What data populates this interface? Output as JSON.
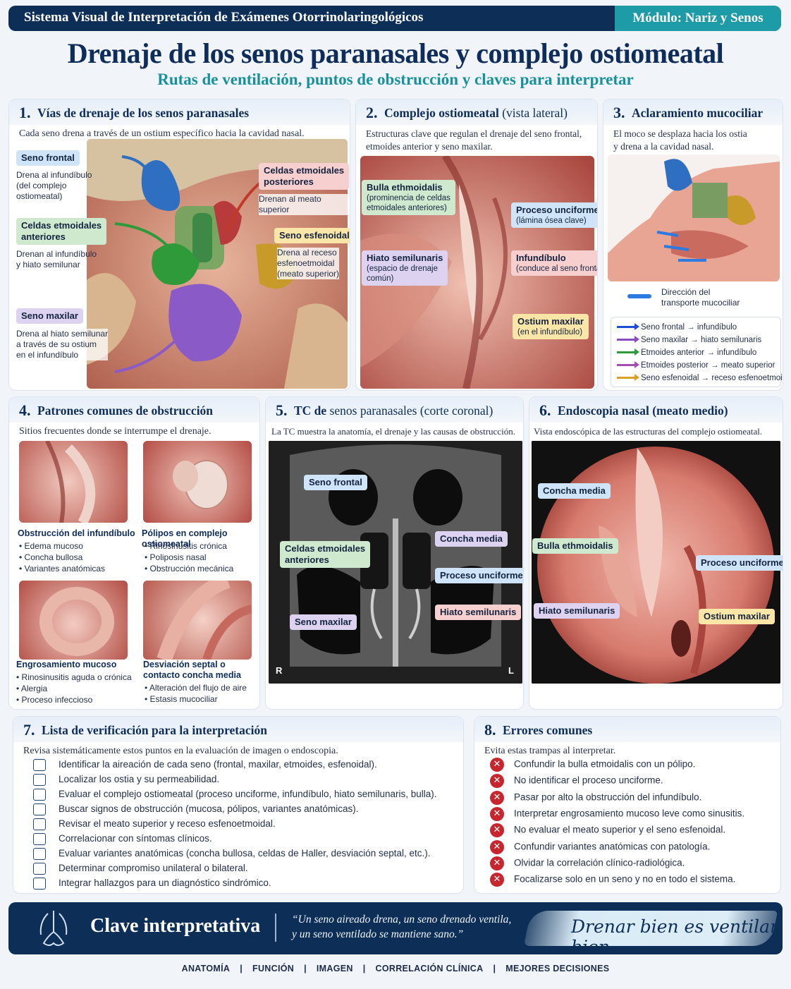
{
  "header": {
    "system": "Sistema Visual de Interpretación de Exámenes Otorrinolaringológicos",
    "module": "Módulo: Nariz y Senos"
  },
  "title": "Drenaje de los senos paranasales y complejo ostiomeatal",
  "subtitle": "Rutas de ventilación, puntos de obstrucción y claves para interpretar",
  "p1": {
    "num": "1.",
    "title": "Vías de drenaje de los senos paranasales",
    "desc": "Cada seno drena a través de un ostium específico hacia la cavidad nasal.",
    "frontal": "Seno frontal",
    "frontal_note": "Drena al infundíbulo\n(del complejo\nostiomeatal)",
    "etm_ant": "Celdas etmoidales\nanteriores",
    "etm_ant_note": "Drenan al infundíbulo\ny hiato semilunar",
    "maxilar": "Seno maxilar",
    "maxilar_note": "Drena al hiato semilunar\na través de su ostium\nen el infundíbulo",
    "etm_post": "Celdas etmoidales\nposteriores",
    "etm_post_note": "Drenan al meato superior",
    "esfenoidal": "Seno esfenoidal",
    "esfenoidal_note": "Drena al receso\nesfenoetmoidal\n(meato superior)"
  },
  "p2": {
    "num": "2.",
    "title": "Complejo ostiomeatal",
    "title2": "(vista lateral)",
    "desc": "Estructuras clave que regulan el drenaje del seno frontal,\netmoides anterior y seno maxilar.",
    "bulla": "Bulla ethmoidalis",
    "bulla_sub": "(prominencia de celdas\netmoidales anteriores)",
    "hiato": "Hiato semilunaris",
    "hiato_sub": "(espacio de drenaje\ncomún)",
    "unciforme": "Proceso unciforme",
    "unciforme_sub": "(lámina ósea clave)",
    "infundibulo": "Infundíbulo",
    "infundibulo_sub": "(conduce al seno frontal)",
    "ostium": "Ostium maxilar",
    "ostium_sub": "(en el infundíbulo)"
  },
  "p3": {
    "num": "3.",
    "title": "Aclaramiento mucociliar",
    "desc": "El moco se desplaza hacia los ostia\ny drena a la cavidad nasal.",
    "direction": "Dirección del\ntransporte mucociliar",
    "legend": [
      {
        "label": "Seno frontal → infundíbulo",
        "color": "#1f4fd6"
      },
      {
        "label": "Seno maxilar → hiato semilunaris",
        "color": "#8a4bc2"
      },
      {
        "label": "Etmoides anterior → infundíbulo",
        "color": "#2f9a3a"
      },
      {
        "label": "Etmoides posterior → meato superior",
        "color": "#a24fb0"
      },
      {
        "label": "Seno esfenoidal → receso esfenoetmoidal",
        "color": "#d9a02a"
      }
    ]
  },
  "p4": {
    "num": "4.",
    "title": "Patrones comunes de obstrucción",
    "desc": "Sitios frecuentes donde se interrumpe el drenaje.",
    "items": [
      {
        "title": "Obstrucción del infundíbulo",
        "list": [
          "Edema mucoso",
          "Concha bullosa",
          "Variantes anatómicas"
        ]
      },
      {
        "title": "Pólipos en complejo ostiomeatal",
        "list": [
          "Rinosinusitis crónica",
          "Poliposis nasal",
          "Obstrucción mecánica"
        ]
      },
      {
        "title": "Engrosamiento mucoso",
        "list": [
          "Rinosinusitis aguda o crónica",
          "Alergia",
          "Proceso infeccioso"
        ]
      },
      {
        "title": "Desviación septal o\ncontacto concha media",
        "list": [
          "Alteración del flujo de aire",
          "Estasis mucociliar"
        ]
      }
    ]
  },
  "p5": {
    "num": "5.",
    "title": "TC de",
    "title2": "senos paranasales (corte coronal)",
    "desc": "La TC muestra la anatomía, el drenaje y las causas de obstrucción.",
    "frontal": "Seno frontal",
    "etm": "Celdas etmoidales\nanteriores",
    "maxilar": "Seno maxilar",
    "concha": "Concha media",
    "unciforme": "Proceso unciforme",
    "hiato": "Hiato semilunaris",
    "r": "R",
    "l": "L"
  },
  "p6": {
    "num": "6.",
    "title": "Endoscopia nasal (meato medio)",
    "desc": "Vista endoscópica de las estructuras del complejo ostiomeatal.",
    "concha": "Concha media",
    "bulla": "Bulla ethmoidalis",
    "unciforme": "Proceso unciforme",
    "hiato": "Hiato semilunaris",
    "ostium": "Ostium maxilar"
  },
  "p7": {
    "num": "7.",
    "title": "Lista de verificación para la interpretación",
    "desc": "Revisa sistemáticamente estos puntos en la evaluación de imagen o endoscopia.",
    "items": [
      "Identificar la aireación de cada seno (frontal, maxilar, etmoides, esfenoidal).",
      "Localizar los ostia y su permeabilidad.",
      "Evaluar el complejo ostiomeatal (proceso unciforme, infundíbulo, hiato semilunaris, bulla).",
      "Buscar signos de obstrucción (mucosa, pólipos, variantes anatómicas).",
      "Revisar el meato superior y receso esfenoetmoidal.",
      "Correlacionar con síntomas clínicos.",
      "Evaluar variantes anatómicas (concha bullosa, celdas de Haller, desviación septal, etc.).",
      "Determinar compromiso unilateral o bilateral.",
      "Integrar hallazgos para un diagnóstico sindrómico."
    ]
  },
  "p8": {
    "num": "8.",
    "title": "Errores comunes",
    "desc": "Evita estas trampas al interpretar.",
    "items": [
      "Confundir la bulla etmoidalis con un pólipo.",
      "No identificar el proceso unciforme.",
      "Pasar por alto la obstrucción del infundíbulo.",
      "Interpretar engrosamiento mucoso leve como sinusitis.",
      "No evaluar el meato superior y el seno esfenoidal.",
      "Confundir variantes anatómicas con patología.",
      "Olvidar la correlación clínico-radiológica.",
      "Focalizarse solo en un seno y no en todo el sistema."
    ]
  },
  "footer": {
    "key": "Clave interpretativa",
    "quote": "“Un seno aireado drena, un seno drenado ventila,\ny un seno ventilado se mantiene sano.”",
    "motto": "Drenar bien es ventilar bien."
  },
  "nav": [
    "ANATOMÍA",
    "FUNCIÓN",
    "IMAGEN",
    "CORRELACIÓN CLÍNICA",
    "MEJORES DECISIONES"
  ]
}
